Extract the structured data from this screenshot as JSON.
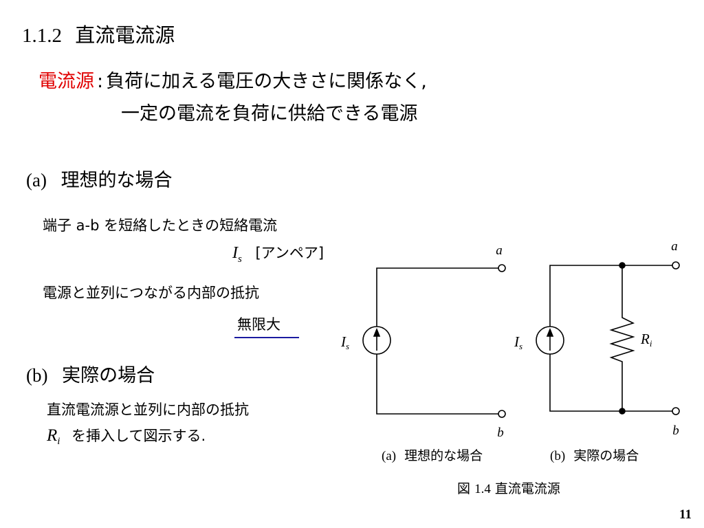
{
  "heading": {
    "number": "1.1.2",
    "title": "直流電流源"
  },
  "definition": {
    "term": "電流源",
    "colon": ":",
    "line1": "負荷に加える電圧の大きさに関係なく,",
    "line2": "一定の電流を負荷に供給できる電源"
  },
  "section_a": {
    "label": "(a)",
    "title": "理想的な場合",
    "short_circuit_text": "端子 a-b を短絡したときの短絡電流",
    "current_symbol": "I",
    "current_subscript": "s",
    "current_unit": "[アンペア]",
    "resistance_text": "電源と並列につながる内部の抵抗",
    "resistance_value": "無限大"
  },
  "section_b": {
    "label": "(b)",
    "title": "実際の場合",
    "text_line1": "直流電流源と並列に内部の抵抗",
    "resistor_symbol": "R",
    "resistor_subscript": "i",
    "text_line2": "を挿入して図示する."
  },
  "figure": {
    "terminal_a": "a",
    "terminal_b": "b",
    "source_label": "I",
    "source_subscript": "s",
    "resistor_label": "R",
    "resistor_subscript": "i",
    "caption_a_label": "(a)",
    "caption_a_text": "理想的な場合",
    "caption_b_label": "(b)",
    "caption_b_text": "実際の場合",
    "caption_prefix": "図",
    "caption_number": "1.4",
    "caption_title": "直流電流源"
  },
  "page_number": "11",
  "colors": {
    "term": "#e00000",
    "underline": "#1a1aa0"
  }
}
